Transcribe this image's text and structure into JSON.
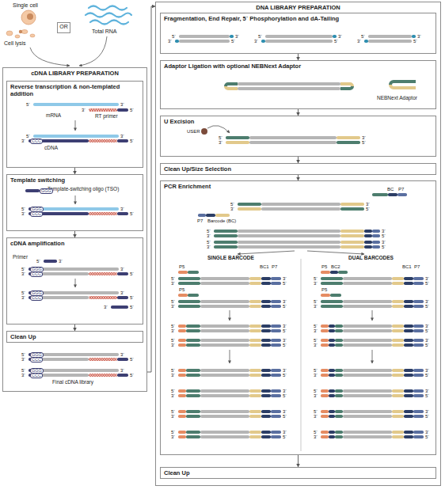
{
  "diagram": {
    "nodes": [
      {
        "text": [
          "OR"
        ]
      },
      {
        "text": [
          "cDNA LIBRARY PREPARATION"
        ]
      },
      {
        "text": [
          "Reverse transcription & non-templated addition"
        ],
        "in": 1
      },
      {
        "text": [
          "Template switching"
        ],
        "in": 1
      },
      {
        "text": [
          "cDNA amplification"
        ],
        "in": 1
      },
      {
        "text": [
          "Clean Up"
        ],
        "in": 1
      },
      {
        "text": [
          "DNA LIBRARY PREPARATION"
        ]
      },
      {
        "text": [
          "Fragmentation, End Repair, 5´ Phosphorylation and dA-Tailing"
        ],
        "in": 6
      },
      {
        "text": [
          "Adaptor Ligation with optional NEBNext Adaptor"
        ],
        "in": 6
      },
      {
        "text": [
          "U Excision"
        ],
        "in": 6
      },
      {
        "text": [
          "Clean Up/Size Selection"
        ],
        "in": 6
      },
      {
        "text": [
          "PCR Enrichment"
        ],
        "in": 6
      },
      {
        "text": [
          "Clean Up"
        ],
        "in": 6
      }
    ],
    "edges": [
      {
        "from": 2,
        "to": 3,
        "arrow": "to"
      },
      {
        "from": 3,
        "to": 4,
        "arrow": "to"
      },
      {
        "from": 4,
        "to": 5,
        "arrow": "to"
      },
      {
        "from": 1,
        "to": 6,
        "arrow": "to"
      },
      {
        "from": 7,
        "to": 8,
        "arrow": "to"
      },
      {
        "from": 8,
        "to": 9,
        "arrow": "to"
      },
      {
        "from": 9,
        "to": 10,
        "arrow": "to"
      },
      {
        "from": 10,
        "to": 11,
        "arrow": "to"
      },
      {
        "from": 11,
        "to": 12,
        "arrow": "to"
      }
    ],
    "labels": [
      "Single cell",
      "Total RNA",
      "Cell lysis",
      "mRNA",
      "RT primer",
      "cDNA",
      "CCC",
      "Template-switching oligo (TSO)",
      "GGG",
      "GGG",
      "CCC",
      "Primer",
      "GGG",
      "CCC",
      "GGG",
      "CCC",
      "GGG",
      "CCC",
      "GGG",
      "CCC",
      "Final cDNA library",
      "NEBNext Adaptor",
      "USER",
      "BC",
      "P7",
      "Barcode (BC)",
      "P7",
      "SINGLE BARCODE",
      "DUAL BARCODES",
      "P5",
      "BC1",
      "P7",
      "P5",
      "P5",
      "BC2",
      "BC1",
      "P7",
      "P5",
      "5´",
      "3´",
      "3´",
      "5´",
      "5´",
      "3´",
      "3´",
      "5´",
      "5´",
      "3´",
      "3´",
      "5´",
      "5´",
      "3´",
      "5´",
      "3´",
      "3´",
      "5´",
      "5´",
      "3´",
      "3´",
      "5´",
      "3´",
      "5´",
      "5´",
      "3´",
      "3´",
      "5´",
      "5´",
      "3´",
      "3´",
      "5´",
      "5´",
      "3´",
      "3´",
      "5´",
      "5´",
      "3´",
      "3´",
      "5´",
      "5´",
      "3´",
      "3´",
      "5´",
      "5´",
      "3´",
      "3´",
      "5´",
      "5´",
      "3´",
      "3´",
      "5´",
      "5´",
      "3´",
      "3´",
      "5´",
      "5´",
      "3´",
      "3´",
      "5´",
      "5´",
      "3´",
      "3´",
      "5´",
      "5´",
      "3´",
      "3´",
      "5´",
      "5´",
      "3´",
      "3´",
      "5´",
      "5´",
      "3´",
      "3´",
      "5´",
      "5´",
      "3´",
      "3´",
      "5´",
      "5´",
      "3´",
      "3´",
      "5´",
      "5´",
      "3´",
      "3´",
      "5´",
      "5´",
      "3´",
      "3´",
      "5´",
      "5´",
      "3´",
      "3´",
      "5´",
      "5´",
      "3´",
      "3´",
      "5´",
      "5´",
      "3´",
      "3´",
      "5´",
      "5´",
      "3´",
      "3´",
      "5´",
      "5´",
      "3´",
      "3´",
      "5´",
      "5´",
      "3´",
      "3´",
      "5´",
      "5´",
      "3´",
      "3´",
      "5´",
      "5´",
      "3´",
      "3´",
      "5´"
    ]
  }
}
